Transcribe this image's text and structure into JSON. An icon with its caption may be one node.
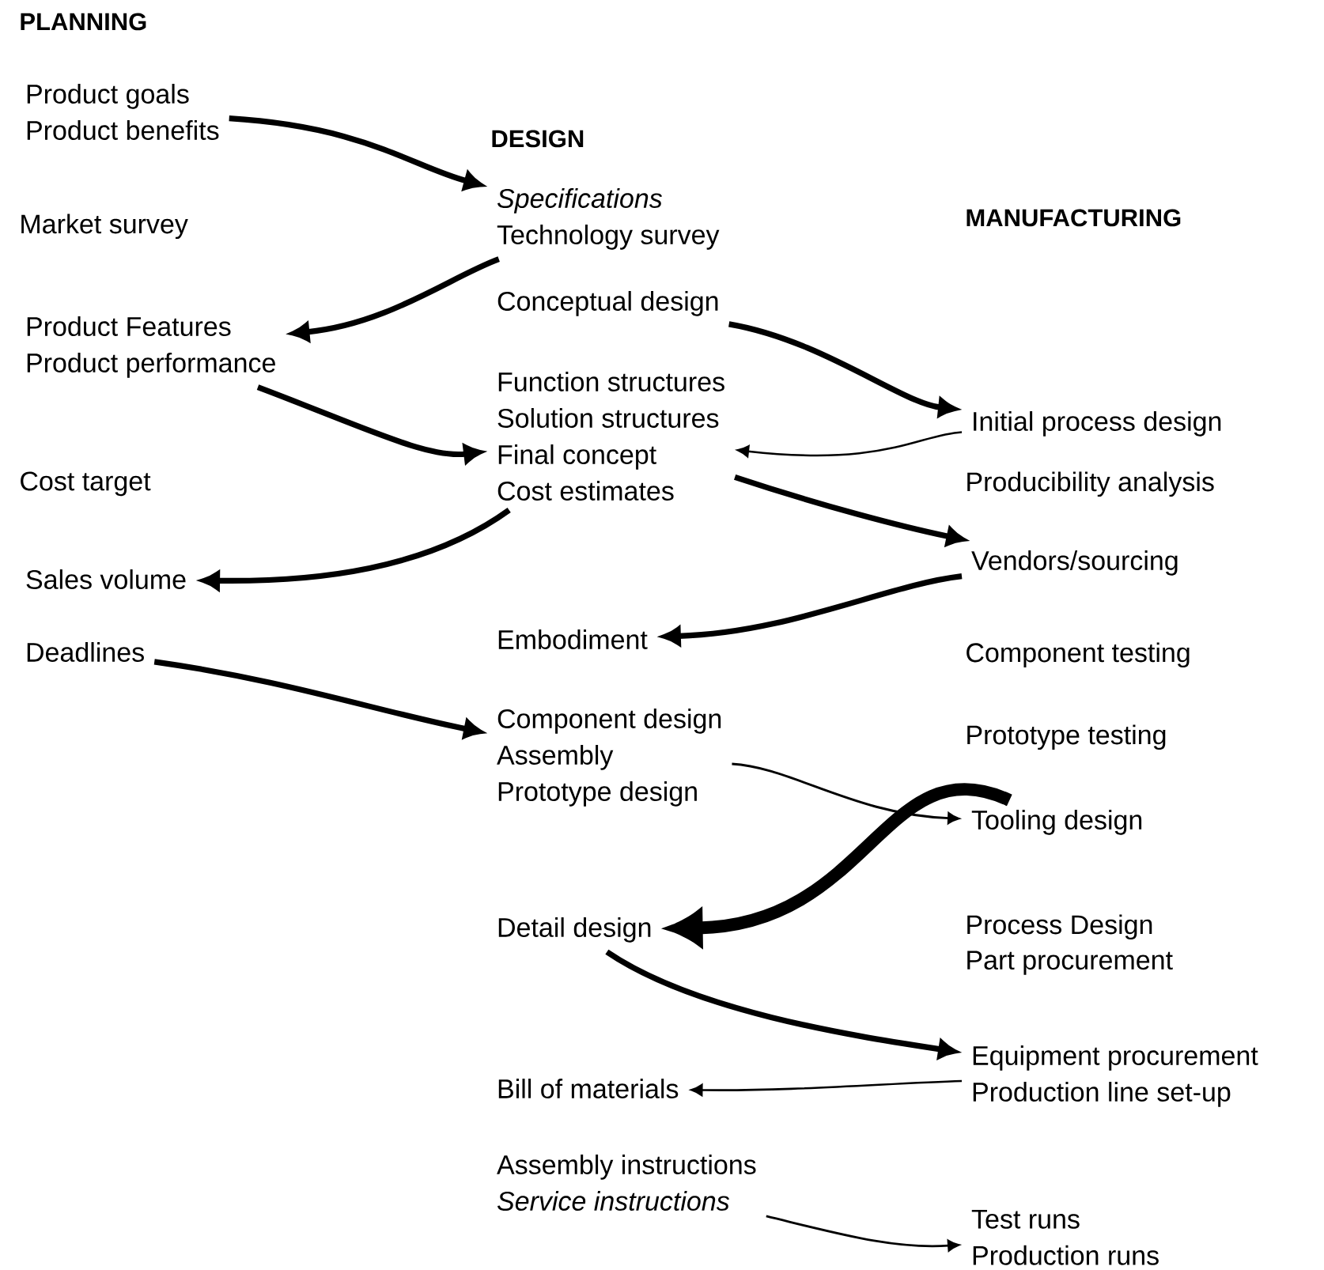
{
  "diagram": {
    "nodes": [
      {
        "text": [
          "Product goals",
          "Product benefits"
        ]
      },
      {
        "text": [
          "*Specifications*",
          "Technology survey"
        ]
      },
      {
        "text": [
          "Product Features",
          "Product performance"
        ]
      },
      {
        "text": [
          "Function structures",
          "Solution structures",
          "Final concept",
          "Cost estimates"
        ]
      },
      {
        "text": [
          "Sales volume"
        ]
      },
      {
        "text": [
          "Deadlines"
        ]
      },
      {
        "text": [
          "Component design",
          "Assembly",
          "Prototype design"
        ]
      },
      {
        "text": [
          "Conceptual design"
        ]
      },
      {
        "text": [
          "Initial process design"
        ]
      },
      {
        "text": [
          "Vendors/sourcing"
        ]
      },
      {
        "text": [
          "Embodiment"
        ]
      },
      {
        "text": [
          "Tooling design"
        ]
      },
      {
        "text": [
          "Detail design"
        ]
      },
      {
        "text": [
          "Equipment procurement",
          "Production line set-up"
        ]
      },
      {
        "text": [
          "Bill of materials"
        ]
      },
      {
        "text": [
          "Assembly instructions",
          "*Service instructions*"
        ]
      },
      {
        "text": [
          "Test runs",
          "Production runs"
        ]
      }
    ],
    "edges": [
      {
        "from": 0,
        "to": 1,
        "arrow": "to"
      },
      {
        "from": 1,
        "to": 2,
        "arrow": "to"
      },
      {
        "from": 2,
        "to": 3,
        "arrow": "to"
      },
      {
        "from": 3,
        "to": 4,
        "arrow": "to"
      },
      {
        "from": 5,
        "to": 6,
        "arrow": "to"
      },
      {
        "from": 7,
        "to": 8,
        "arrow": "to"
      },
      {
        "from": 8,
        "to": 3,
        "arrow": "to"
      },
      {
        "from": 3,
        "to": 9,
        "arrow": "to"
      },
      {
        "from": 9,
        "to": 10,
        "arrow": "to"
      },
      {
        "from": 6,
        "to": 11,
        "arrow": "to"
      },
      {
        "from": 11,
        "to": 12,
        "arrow": "to",
        "style": "thick"
      },
      {
        "from": 12,
        "to": 13,
        "arrow": "to"
      },
      {
        "from": 13,
        "to": 14,
        "arrow": "to"
      },
      {
        "from": 15,
        "to": 16,
        "arrow": "to"
      }
    ],
    "labels": [
      "PLANNING",
      "DESIGN",
      "Market survey",
      "MANUFACTURING",
      "Cost target",
      "Producibility analysis",
      "Component testing",
      "Prototype testing",
      "Process Design",
      "Part procurement"
    ]
  }
}
